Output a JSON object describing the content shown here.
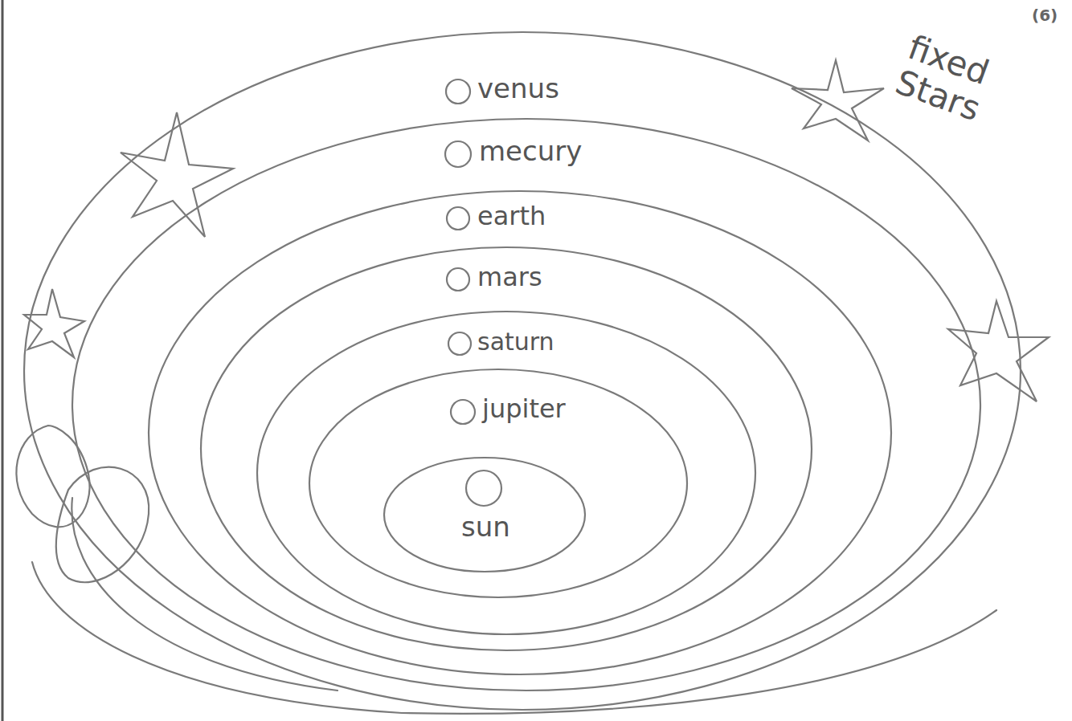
{
  "diagram": {
    "labels": [
      "(6)",
      "venus",
      "mecury",
      "earth",
      "mars",
      "saturn",
      "jupiter",
      "sun",
      "fixed Stars"
    ]
  }
}
